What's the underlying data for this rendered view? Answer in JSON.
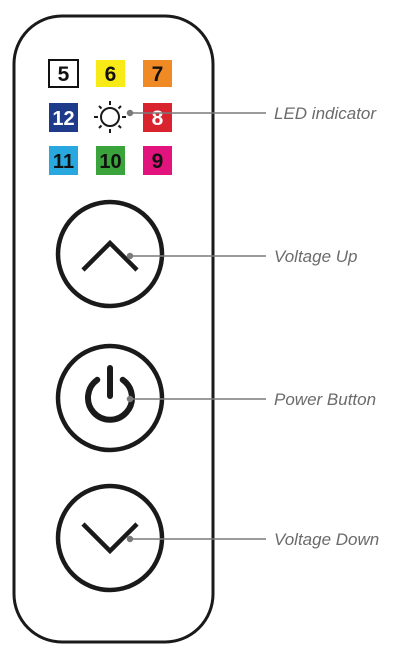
{
  "led_indicator": {
    "boxes": [
      {
        "label": "5",
        "fill": "#ffffff",
        "text_color": "#111111",
        "border": "#111111"
      },
      {
        "label": "6",
        "fill": "#f7ea16",
        "text_color": "#111111",
        "border": "none"
      },
      {
        "label": "7",
        "fill": "#f08a24",
        "text_color": "#111111",
        "border": "none"
      },
      {
        "label": "12",
        "fill": "#1e3a8a",
        "text_color": "#ffffff",
        "border": "none"
      },
      {
        "label": "8",
        "fill": "#d9232e",
        "text_color": "#ffffff",
        "border": "none"
      },
      {
        "label": "11",
        "fill": "#29a8e0",
        "text_color": "#111111",
        "border": "none"
      },
      {
        "label": "10",
        "fill": "#3aa33c",
        "text_color": "#111111",
        "border": "none"
      },
      {
        "label": "9",
        "fill": "#e2137d",
        "text_color": "#111111",
        "border": "none"
      }
    ],
    "center_icon": "sun-icon"
  },
  "buttons": [
    {
      "icon": "chevron-up-icon"
    },
    {
      "icon": "power-icon"
    },
    {
      "icon": "chevron-down-icon"
    }
  ],
  "callouts": {
    "led_indicator": "LED indicator",
    "voltage_up": "Voltage Up",
    "power_button": "Power Button",
    "voltage_down": "Voltage Down"
  },
  "colors": {
    "outline": "#1a1a1a",
    "callout_line": "#7a7a7a",
    "callout_text": "#6b6b6b"
  }
}
